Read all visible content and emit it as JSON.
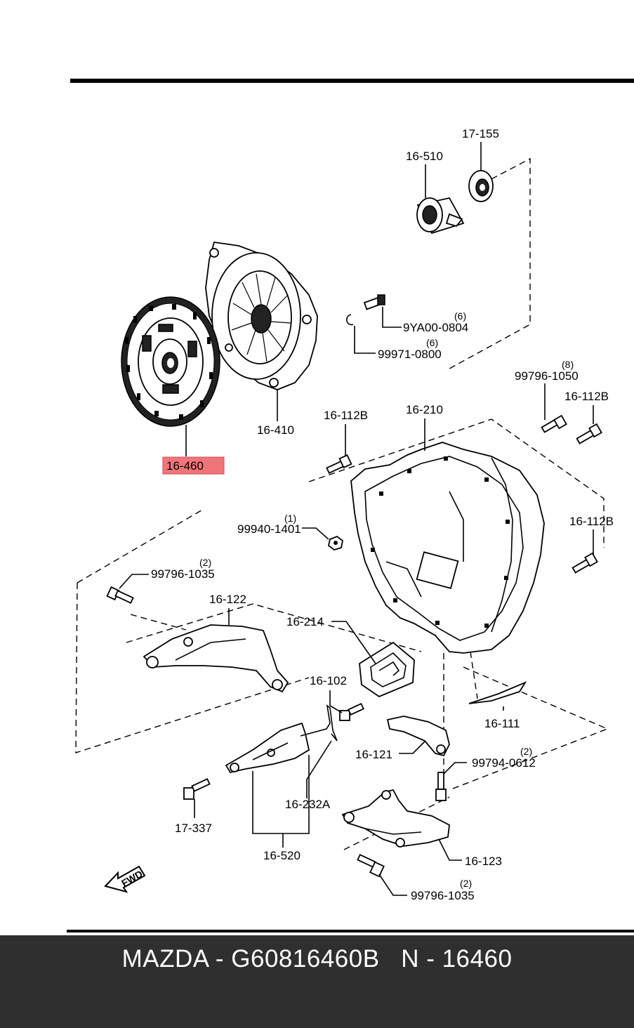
{
  "colors": {
    "highlight": "#f0757a",
    "footer_bg": "#2f2f2f",
    "footer_text": "#ffffff",
    "line": "#000000"
  },
  "labels": {
    "p17_155": "17-155",
    "p16_510": "16-510",
    "p9ya00_0804": "9YA00-0804",
    "q9ya00_0804": "(6)",
    "p99971_0800": "99971-0800",
    "q99971_0800": "(6)",
    "p16_410": "16-410",
    "p16_460": "16-460",
    "p99796_1050": "99796-1050",
    "q99796_1050": "(8)",
    "p16_112b_a": "16-112B",
    "p16_112b_b": "16-112B",
    "p16_112b_c": "16-112B",
    "p16_210": "16-210",
    "p99940_1401": "99940-1401",
    "q99940_1401": "(1)",
    "p99796_1035_a": "99796-1035",
    "q99796_1035_a": "(2)",
    "p16_122": "16-122",
    "p16_214": "16-214",
    "p16_102": "16-102",
    "p16_111": "16-111",
    "p16_121": "16-121",
    "p99794_0612": "99794-0612",
    "q99794_0612": "(2)",
    "p16_232a": "16-232A",
    "p17_337": "17-337",
    "p16_520": "16-520",
    "p16_123": "16-123",
    "p99796_1035_b": "99796-1035",
    "q99796_1035_b": "(2)",
    "fwd": "FWD"
  },
  "footer": {
    "text": "MAZDA - G60816460B   N - 16460"
  }
}
